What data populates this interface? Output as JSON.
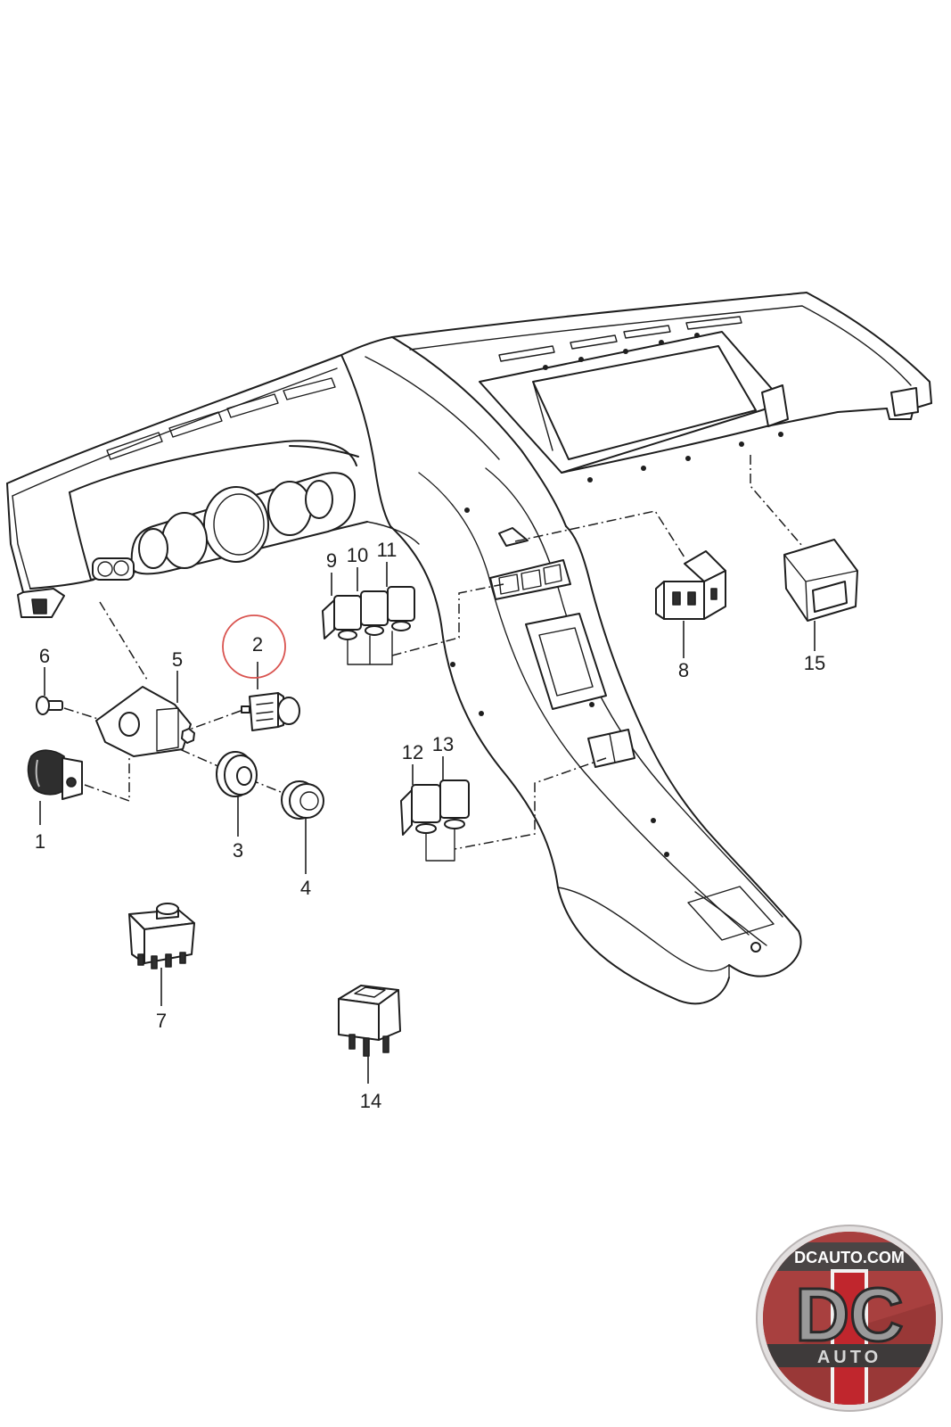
{
  "diagram": {
    "callouts": [
      {
        "label": "1"
      },
      {
        "label": "2",
        "highlighted": true
      },
      {
        "label": "3"
      },
      {
        "label": "4"
      },
      {
        "label": "5"
      },
      {
        "label": "6"
      },
      {
        "label": "7"
      },
      {
        "label": "8"
      },
      {
        "label": "9"
      },
      {
        "label": "10"
      },
      {
        "label": "11"
      },
      {
        "label": "12"
      },
      {
        "label": "13"
      },
      {
        "label": "14"
      },
      {
        "label": "15"
      }
    ]
  },
  "logo": {
    "site": "DCAUTO.COM",
    "monogram": "DC",
    "word": "AUTO"
  },
  "colors": {
    "line": "#1e1e1e",
    "highlight": "#d9534f",
    "background": "#ffffff",
    "logo_red": "#a8403f",
    "logo_stripe": "#c0262d",
    "logo_gray": "#9a9a9a"
  },
  "icons": {
    "logo": "dc-auto-logo"
  }
}
